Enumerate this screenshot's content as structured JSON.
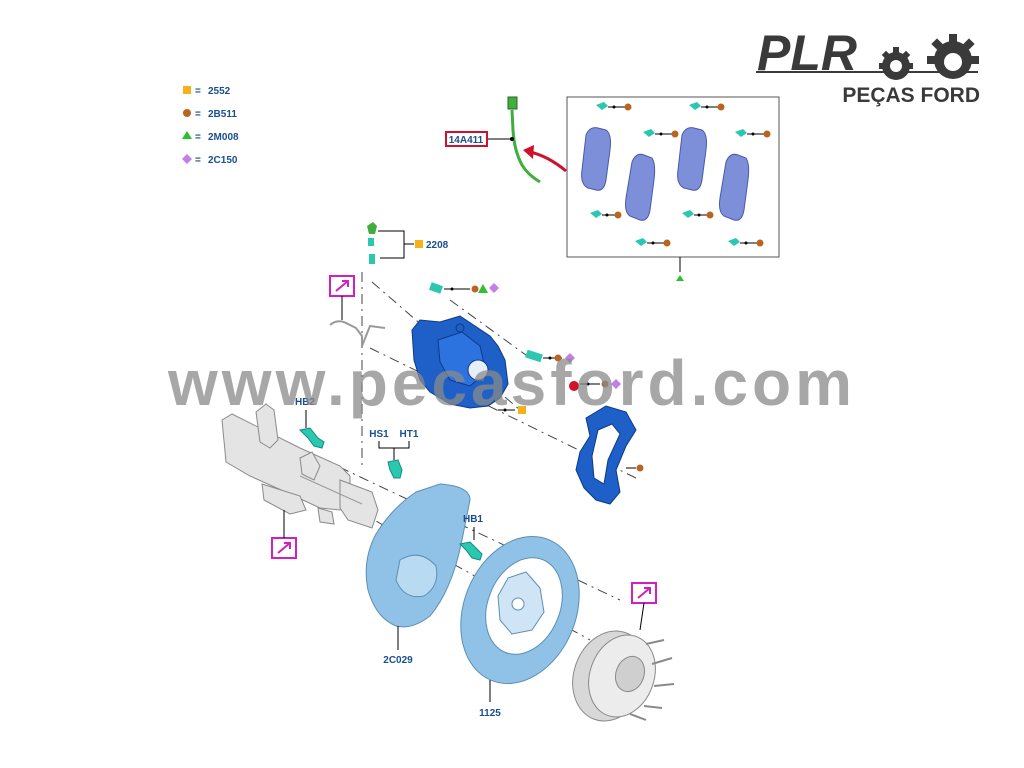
{
  "logo": {
    "brand": "PLR",
    "subtitle": "PEÇAS FORD"
  },
  "watermark": "www.pecasford.com",
  "legend": [
    {
      "shape": "square",
      "color": "#f5b21b",
      "code": "2552"
    },
    {
      "shape": "circle",
      "color": "#b8661f",
      "code": "2B511"
    },
    {
      "shape": "triangle",
      "color": "#2fbf2f",
      "code": "2M008"
    },
    {
      "shape": "diamond",
      "color": "#c27fe8",
      "code": "2C150"
    }
  ],
  "legend_separator": "=",
  "callouts": {
    "sensor_wire": "14A411",
    "bleeder": "2208",
    "hb2": "HB2",
    "hs1": "HS1",
    "ht1": "HT1",
    "hb1": "HB1",
    "dust_shield": "2C029",
    "rotor": "1125"
  },
  "colors": {
    "part_blue": "#1f5fc8",
    "pad_blue": "#7c8fd8",
    "shield_blue": "#8fc2e6",
    "link_magenta": "#d21fbf",
    "highlight_red": "#d0112b",
    "arrow_red": "#d0112b"
  }
}
